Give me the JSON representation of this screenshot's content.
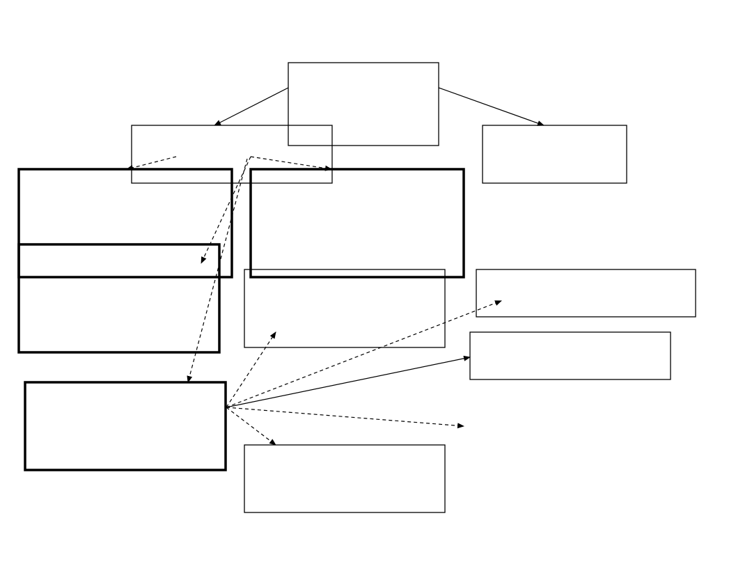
{
  "diagram": {
    "line_color": "#000000",
    "background": "#ffffff",
    "nodes": [
      {
        "id": "top-box",
        "label": "",
        "border": "thin"
      },
      {
        "id": "upper-left-box",
        "label": "",
        "border": "thin"
      },
      {
        "id": "upper-right-box",
        "label": "",
        "border": "thin"
      },
      {
        "id": "bold-left-box",
        "label": "",
        "border": "bold"
      },
      {
        "id": "bold-center-box",
        "label": "",
        "border": "bold"
      },
      {
        "id": "bold-lower-left-box",
        "label": "",
        "border": "bold"
      },
      {
        "id": "middle-center-box",
        "label": "",
        "border": "thin"
      },
      {
        "id": "right-box-a",
        "label": "",
        "border": "thin"
      },
      {
        "id": "right-box-b",
        "label": "",
        "border": "thin"
      },
      {
        "id": "bold-bottom-left-box",
        "label": "",
        "border": "bold"
      },
      {
        "id": "bottom-center-box",
        "label": "",
        "border": "thin"
      }
    ],
    "edges": [
      {
        "id": "top-to-upper-left",
        "style": "solid"
      },
      {
        "id": "top-to-upper-right",
        "style": "solid"
      },
      {
        "id": "dashed-short-left",
        "style": "dashed"
      },
      {
        "id": "dashed-fork-right",
        "style": "dashed"
      },
      {
        "id": "dashed-fork-down-a",
        "style": "dashed"
      },
      {
        "id": "dashed-fork-down-b",
        "style": "dashed"
      },
      {
        "id": "bottom-to-middle-center",
        "style": "dashed"
      },
      {
        "id": "bottom-to-right-a",
        "style": "dashed"
      },
      {
        "id": "bottom-to-right-b",
        "style": "solid"
      },
      {
        "id": "bottom-to-open-right",
        "style": "dashed"
      },
      {
        "id": "bottom-to-bottom-center",
        "style": "dashed"
      }
    ]
  }
}
